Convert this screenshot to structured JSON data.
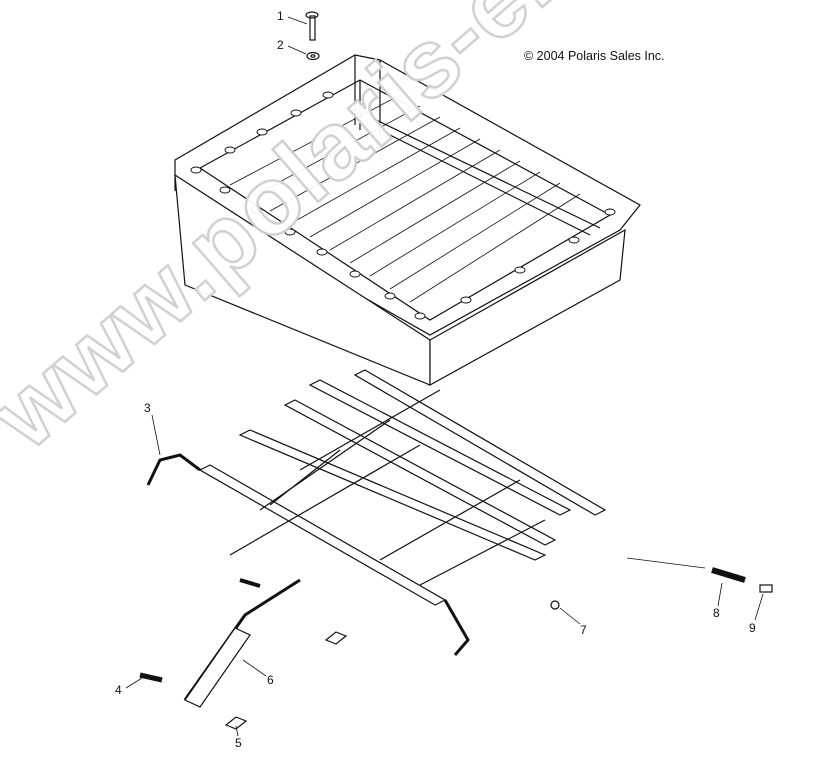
{
  "copyright": "© 2004 Polaris Sales Inc.",
  "watermark": "www.polaris-ersatzteile.de",
  "callouts": [
    "1",
    "2",
    "3",
    "4",
    "5",
    "6",
    "7",
    "8",
    "9"
  ]
}
